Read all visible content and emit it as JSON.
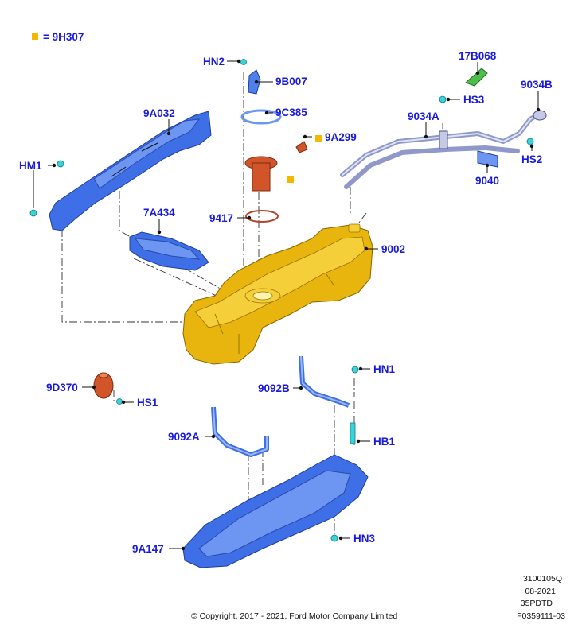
{
  "legend": {
    "marker_color": "#f5b800",
    "text": "= 9H307"
  },
  "labels": {
    "hn2": "HN2",
    "b9007": "9B007",
    "c9385": "9C385",
    "a9299": "9A299",
    "a9032": "9A032",
    "hm1": "HM1",
    "a7434": "7A434",
    "n9417": "9417",
    "n9002": "9002",
    "b17068": "17B068",
    "n9034b": "9034B",
    "hs3": "HS3",
    "n9034a": "9034A",
    "hs2": "HS2",
    "n9040": "9040",
    "hn1": "HN1",
    "d9370": "9D370",
    "hs1": "HS1",
    "b9092": "9092B",
    "hb1": "HB1",
    "a9092": "9092A",
    "hn3": "HN3",
    "a9147": "9A147"
  },
  "footer": {
    "code1": "3100105Q",
    "date": "08-2021",
    "code2": "35PDTD",
    "figure_id": "F0359111-03",
    "copyright": "© Copyright, 2017 - 2021, Ford Motor Company Limited"
  },
  "colors": {
    "label_blue": "#1a1adc",
    "shield_blue": "#3f6fe6",
    "tank_gold": "#e8b40e",
    "fastener_cyan": "#39d3dc",
    "valve_red": "#d2552a",
    "pipe_gray": "#8f98c8",
    "bracket_green": "#4cbf4a",
    "marker_orange": "#f5b800"
  }
}
